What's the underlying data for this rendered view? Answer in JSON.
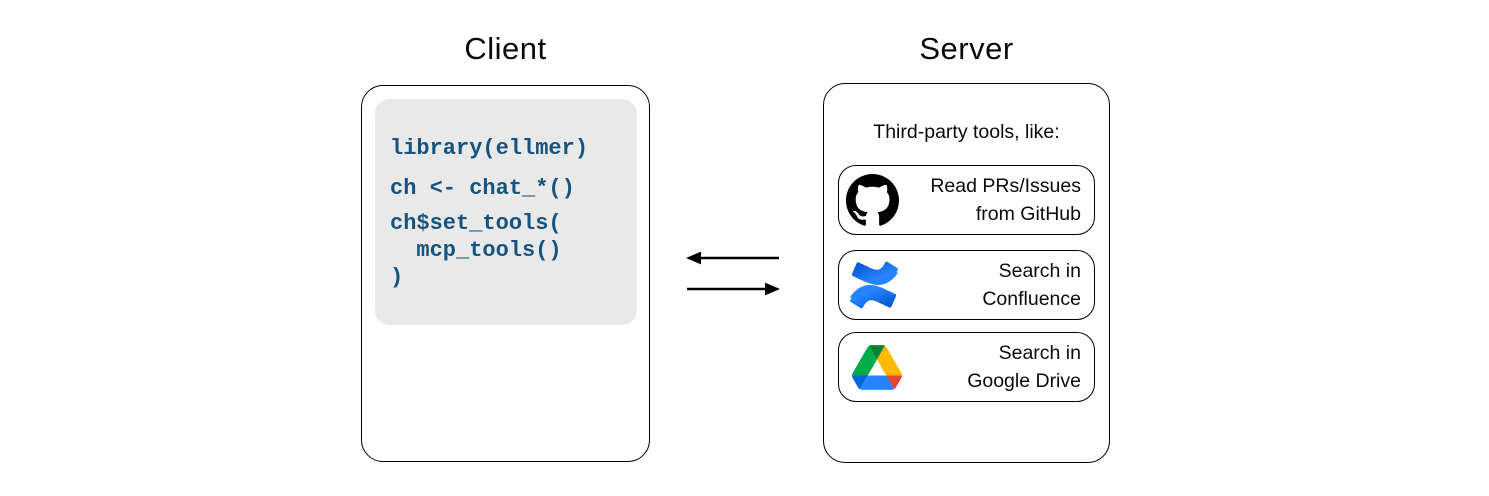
{
  "client": {
    "title": "Client",
    "code_lines": [
      "library(ellmer)",
      "ch <- chat_*()",
      "ch$set_tools(",
      "  mcp_tools()",
      ")"
    ]
  },
  "server": {
    "title": "Server",
    "subtitle": "Third-party tools, like:",
    "tools": [
      {
        "icon": "github-icon",
        "line1": "Read PRs/Issues",
        "line2": "from GitHub"
      },
      {
        "icon": "confluence-icon",
        "line1": "Search in",
        "line2": "Confluence"
      },
      {
        "icon": "google-drive-icon",
        "line1": "Search in",
        "line2": "Google Drive"
      }
    ]
  },
  "arrows": {
    "left_arrow": "server-to-client",
    "right_arrow": "client-to-server"
  },
  "colors": {
    "code_text": "#16537E",
    "code_background": "#E9E9E9",
    "github_black": "#000000",
    "confluence_blue_start": "#0052CC",
    "confluence_blue_end": "#2684FF",
    "drive_blue_dark": "#0066DA",
    "drive_green": "#00AC47",
    "drive_red": "#EA4335",
    "drive_green_dark": "#00832D",
    "drive_blue": "#2684FC",
    "drive_yellow": "#FFBA00"
  }
}
